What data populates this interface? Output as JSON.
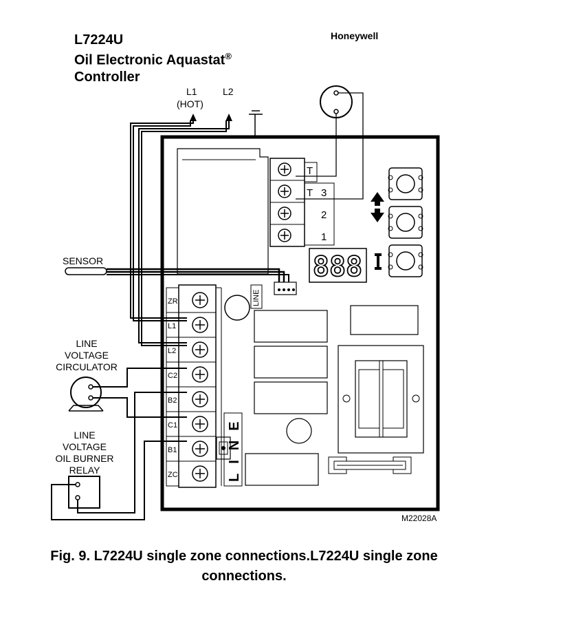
{
  "header": {
    "model": "L7224U",
    "product_line1": "Oil Electronic Aquastat",
    "registered": "®",
    "product_line2": "Controller",
    "brand": "Honeywell"
  },
  "supply": {
    "l1": "L1",
    "l1_sub": "(HOT)",
    "l2": "L2"
  },
  "thermostat_terminals": {
    "t1": "T",
    "t2": "T",
    "n3": "3",
    "n2": "2",
    "n1": "1"
  },
  "display": {
    "digits": "888",
    "indicator": "I"
  },
  "sensor": {
    "label": "SENSOR"
  },
  "board": {
    "line_label": "LINE",
    "line_vertical": "LINE"
  },
  "terminals": [
    "ZR",
    "L1",
    "L2",
    "C2",
    "B2",
    "C1",
    "B1",
    "ZC"
  ],
  "circulator": {
    "line1": "LINE",
    "line2": "VOLTAGE",
    "line3": "CIRCULATOR"
  },
  "relay": {
    "line1": "LINE",
    "line2": "VOLTAGE",
    "line3": "OIL BURNER",
    "line4": "RELAY"
  },
  "figure_id": "M22028A",
  "caption": "Fig. 9. L7224U single zone connections.L7224U single zone connections."
}
